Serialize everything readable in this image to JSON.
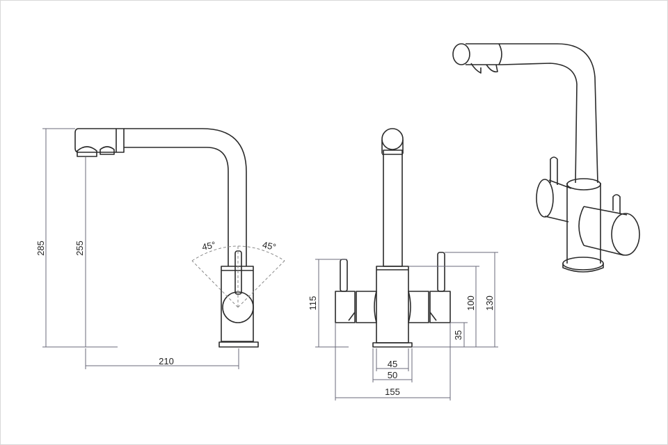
{
  "drawing": {
    "side_view": {
      "dim_total_height": "285",
      "dim_spout_height": "255",
      "dim_reach": "210",
      "angle_left": "45°",
      "angle_right": "45°"
    },
    "front_view": {
      "dim_handle_height": "115",
      "dim_body_height": "100",
      "dim_lever_height": "130",
      "dim_handle_axis": "35",
      "dim_body_width": "45",
      "dim_base_width": "50",
      "dim_total_width": "155"
    },
    "colors": {
      "line": "#2a2a2a",
      "dimension": "#6a6a78"
    }
  }
}
